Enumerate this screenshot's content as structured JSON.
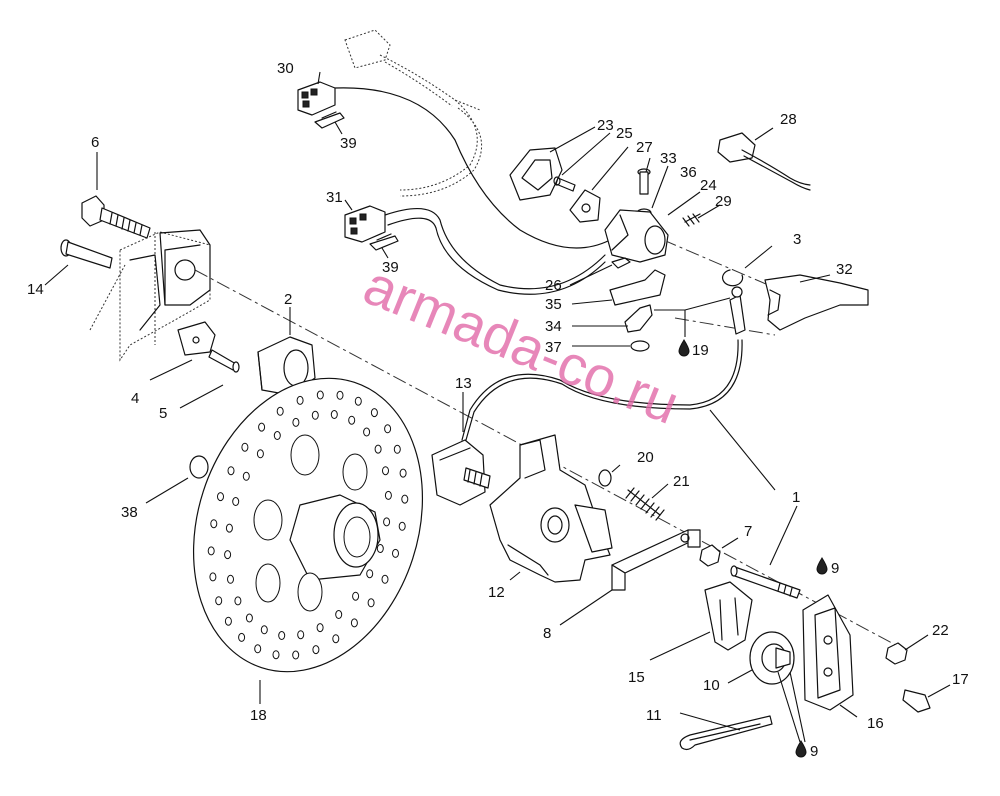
{
  "watermark": "armada-co.ru",
  "callouts": [
    {
      "id": "c1",
      "text": "1"
    },
    {
      "id": "c2",
      "text": "2"
    },
    {
      "id": "c3",
      "text": "3"
    },
    {
      "id": "c4",
      "text": "4"
    },
    {
      "id": "c5",
      "text": "5"
    },
    {
      "id": "c6",
      "text": "6"
    },
    {
      "id": "c7",
      "text": "7"
    },
    {
      "id": "c8",
      "text": "8"
    },
    {
      "id": "c9a",
      "text": "9"
    },
    {
      "id": "c9b",
      "text": "9"
    },
    {
      "id": "c10",
      "text": "10"
    },
    {
      "id": "c11",
      "text": "11"
    },
    {
      "id": "c12",
      "text": "12"
    },
    {
      "id": "c13",
      "text": "13"
    },
    {
      "id": "c14",
      "text": "14"
    },
    {
      "id": "c15",
      "text": "15"
    },
    {
      "id": "c16",
      "text": "16"
    },
    {
      "id": "c17",
      "text": "17"
    },
    {
      "id": "c18",
      "text": "18"
    },
    {
      "id": "c19",
      "text": "19"
    },
    {
      "id": "c20",
      "text": "20"
    },
    {
      "id": "c21",
      "text": "21"
    },
    {
      "id": "c22",
      "text": "22"
    },
    {
      "id": "c23",
      "text": "23"
    },
    {
      "id": "c24",
      "text": "24"
    },
    {
      "id": "c25",
      "text": "25"
    },
    {
      "id": "c26",
      "text": "26"
    },
    {
      "id": "c27",
      "text": "27"
    },
    {
      "id": "c28",
      "text": "28"
    },
    {
      "id": "c29",
      "text": "29"
    },
    {
      "id": "c30",
      "text": "30"
    },
    {
      "id": "c31",
      "text": "31"
    },
    {
      "id": "c32",
      "text": "32"
    },
    {
      "id": "c33",
      "text": "33"
    },
    {
      "id": "c34",
      "text": "34"
    },
    {
      "id": "c35",
      "text": "35"
    },
    {
      "id": "c36",
      "text": "36"
    },
    {
      "id": "c37",
      "text": "37"
    },
    {
      "id": "c38",
      "text": "38"
    },
    {
      "id": "c39a",
      "text": "39"
    },
    {
      "id": "c39b",
      "text": "39"
    }
  ]
}
